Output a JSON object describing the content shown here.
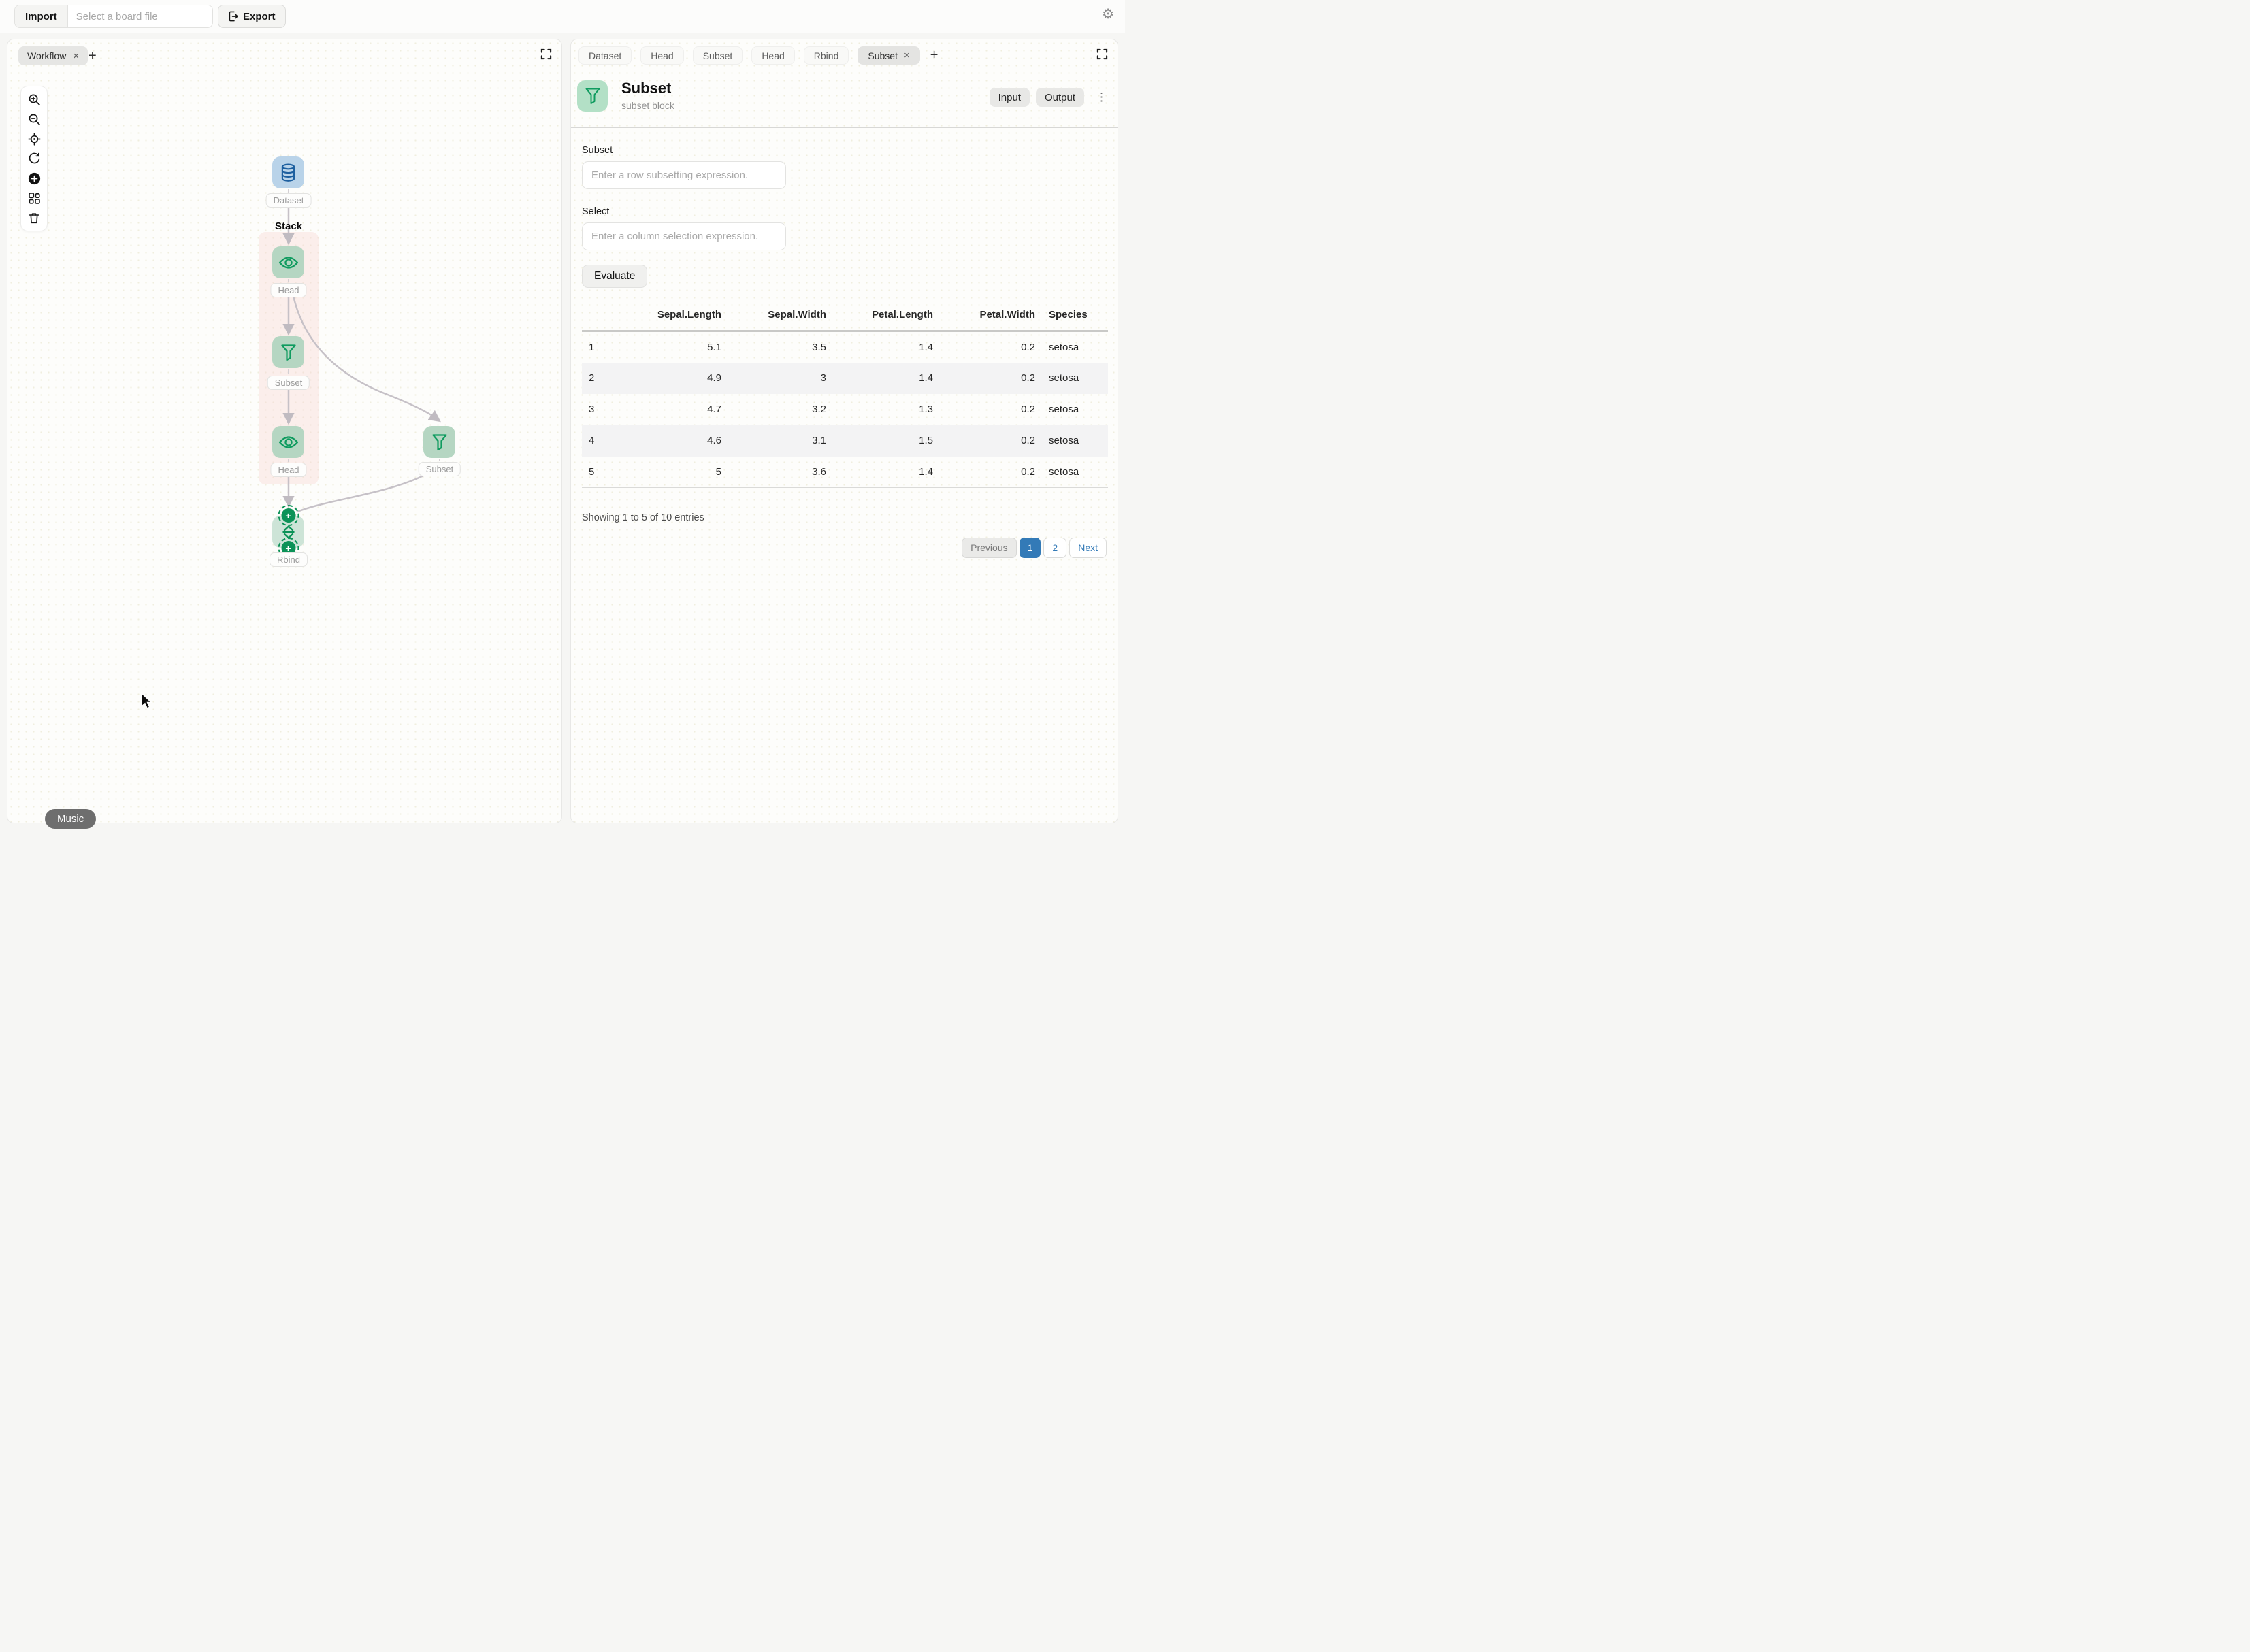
{
  "topbar": {
    "import_label": "Import",
    "board_file_placeholder": "Select a board file",
    "export_label": "Export"
  },
  "icons": {
    "gear-icon": "⚙",
    "close-icon": "×",
    "plus-icon": "+",
    "kebab-icon": "⋮"
  },
  "workflow_panel": {
    "tab_label": "Workflow",
    "toolbar": [
      "zoom-in",
      "zoom-out",
      "locate",
      "reset-view",
      "add-block",
      "auto-layout",
      "delete"
    ],
    "stack_label": "Stack",
    "nodes": {
      "dataset": {
        "label": "Dataset"
      },
      "head1": {
        "label": "Head"
      },
      "subset1": {
        "label": "Subset"
      },
      "head2": {
        "label": "Head"
      },
      "subset2": {
        "label": "Subset"
      },
      "rbind": {
        "label": "Rbind"
      }
    },
    "music_label": "Music"
  },
  "block_panel": {
    "tabs": [
      {
        "label": "Dataset",
        "active": false
      },
      {
        "label": "Head",
        "active": false
      },
      {
        "label": "Subset",
        "active": false
      },
      {
        "label": "Head",
        "active": false
      },
      {
        "label": "Rbind",
        "active": false
      },
      {
        "label": "Subset",
        "active": true
      }
    ],
    "header": {
      "title": "Subset",
      "subtitle": "subset block",
      "input_button": "Input",
      "output_button": "Output"
    },
    "form": {
      "subset_label": "Subset",
      "subset_placeholder": "Enter a row subsetting expression.",
      "select_label": "Select",
      "select_placeholder": "Enter a column selection expression.",
      "evaluate_button": "Evaluate"
    },
    "table": {
      "columns": [
        "",
        "Sepal.Length",
        "Sepal.Width",
        "Petal.Length",
        "Petal.Width",
        "Species"
      ],
      "rows": [
        [
          "1",
          "5.1",
          "3.5",
          "1.4",
          "0.2",
          "setosa"
        ],
        [
          "2",
          "4.9",
          "3",
          "1.4",
          "0.2",
          "setosa"
        ],
        [
          "3",
          "4.7",
          "3.2",
          "1.3",
          "0.2",
          "setosa"
        ],
        [
          "4",
          "4.6",
          "3.1",
          "1.5",
          "0.2",
          "setosa"
        ],
        [
          "5",
          "5",
          "3.6",
          "1.4",
          "0.2",
          "setosa"
        ]
      ]
    },
    "status": "Showing 1 to 5 of 10 entries",
    "pagination": {
      "previous": "Previous",
      "page1": "1",
      "page2": "2",
      "next": "Next",
      "active": "1"
    }
  },
  "colors": {
    "accent_blue": "#337ab7",
    "node_green": "#b5d6c2",
    "node_green_icon": "#0f9b5f",
    "node_blue": "#b9d3e9",
    "node_blue_icon": "#1d5f9f",
    "rbind_green": "#cde4d7",
    "port_green": "#0c9257",
    "stack_pink": "#f7d4d1",
    "edge_gray": "#c6c1c7",
    "active_tab": "#e4e4e2"
  }
}
